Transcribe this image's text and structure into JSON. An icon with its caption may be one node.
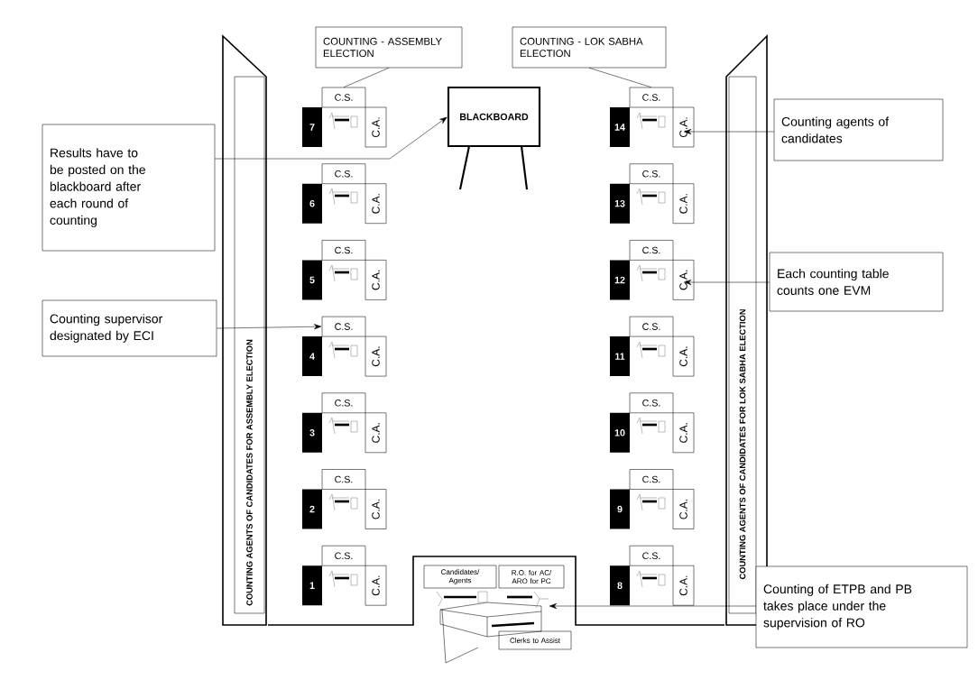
{
  "diagram": {
    "nodes": [
      {
        "text": [
          "COUNTING - ASSEMBLY ELECTION"
        ]
      },
      {
        "text": [
          "COUNTING - LOK SABHA ELECTION"
        ]
      },
      {
        "text": [
          "Results have to be posted on the blackboard after each round of counting"
        ]
      },
      {
        "text": [
          "BLACKBOARD"
        ]
      },
      {
        "text": [
          "Counting agents of candidates"
        ]
      },
      {
        "text": [
          "COUNTING AGENTS OF CANDIDATES FOR ASSEMBLY ELECTION"
        ]
      },
      {
        "text": [
          "COUNTING AGENTS OF CANDIDATES FOR LOK SABHA ELECTION"
        ]
      },
      {
        "text": [
          "Counting supervisor designated by ECI"
        ]
      },
      {
        "text": [
          "Each counting table counts one EVM"
        ]
      },
      {
        "text": [
          "Candidates/ Agents"
        ]
      },
      {
        "text": [
          "R.O. for AC/ ARO for PC"
        ]
      },
      {
        "text": [
          "Counting of ETPB and PB takes place under the supervision of RO"
        ]
      },
      {
        "text": [
          "Clerks to Assist"
        ]
      },
      {
        "text": [
          "7"
        ]
      },
      {
        "text": [
          "C.S."
        ]
      },
      {
        "text": [
          "C.A."
        ]
      },
      {
        "text": [
          "14"
        ]
      },
      {
        "text": [
          "C.S."
        ]
      },
      {
        "text": [
          "C.A."
        ]
      },
      {
        "text": [
          "6"
        ]
      },
      {
        "text": [
          "C.S."
        ]
      },
      {
        "text": [
          "C.A."
        ]
      },
      {
        "text": [
          "13"
        ]
      },
      {
        "text": [
          "C.S."
        ]
      },
      {
        "text": [
          "C.A."
        ]
      },
      {
        "text": [
          "5"
        ]
      },
      {
        "text": [
          "C.S."
        ]
      },
      {
        "text": [
          "C.A."
        ]
      },
      {
        "text": [
          "12"
        ]
      },
      {
        "text": [
          "C.S."
        ]
      },
      {
        "text": [
          "C.A."
        ]
      },
      {
        "text": [
          "4"
        ]
      },
      {
        "text": [
          "C.S."
        ]
      },
      {
        "text": [
          "C.A."
        ]
      },
      {
        "text": [
          "11"
        ]
      },
      {
        "text": [
          "C.S."
        ]
      },
      {
        "text": [
          "C.A."
        ]
      },
      {
        "text": [
          "3"
        ]
      },
      {
        "text": [
          "C.S."
        ]
      },
      {
        "text": [
          "C.A."
        ]
      },
      {
        "text": [
          "10"
        ]
      },
      {
        "text": [
          "C.S."
        ]
      },
      {
        "text": [
          "C.A."
        ]
      },
      {
        "text": [
          "2"
        ]
      },
      {
        "text": [
          "C.S."
        ]
      },
      {
        "text": [
          "C.A."
        ]
      },
      {
        "text": [
          "9"
        ]
      },
      {
        "text": [
          "C.S."
        ]
      },
      {
        "text": [
          "C.A."
        ]
      },
      {
        "text": [
          "1"
        ]
      },
      {
        "text": [
          "C.S."
        ]
      },
      {
        "text": [
          "C.A."
        ]
      },
      {
        "text": [
          "8"
        ]
      },
      {
        "text": [
          "C.S."
        ]
      },
      {
        "text": [
          "C.A."
        ]
      },
      {
        "text": [],
        "shape": "chair"
      }
    ],
    "edges": [
      {
        "from": 0,
        "to": 14,
        "arrow": "none"
      },
      {
        "from": 1,
        "to": 17,
        "arrow": "none"
      },
      {
        "from": 2,
        "to": 3,
        "arrow": "to"
      },
      {
        "from": 7,
        "to": 32,
        "arrow": "to"
      },
      {
        "from": 4,
        "to": 18,
        "arrow": "to"
      },
      {
        "from": 8,
        "to": 30,
        "arrow": "to"
      },
      {
        "from": 11,
        "to": 55,
        "arrow": "to"
      }
    ]
  }
}
